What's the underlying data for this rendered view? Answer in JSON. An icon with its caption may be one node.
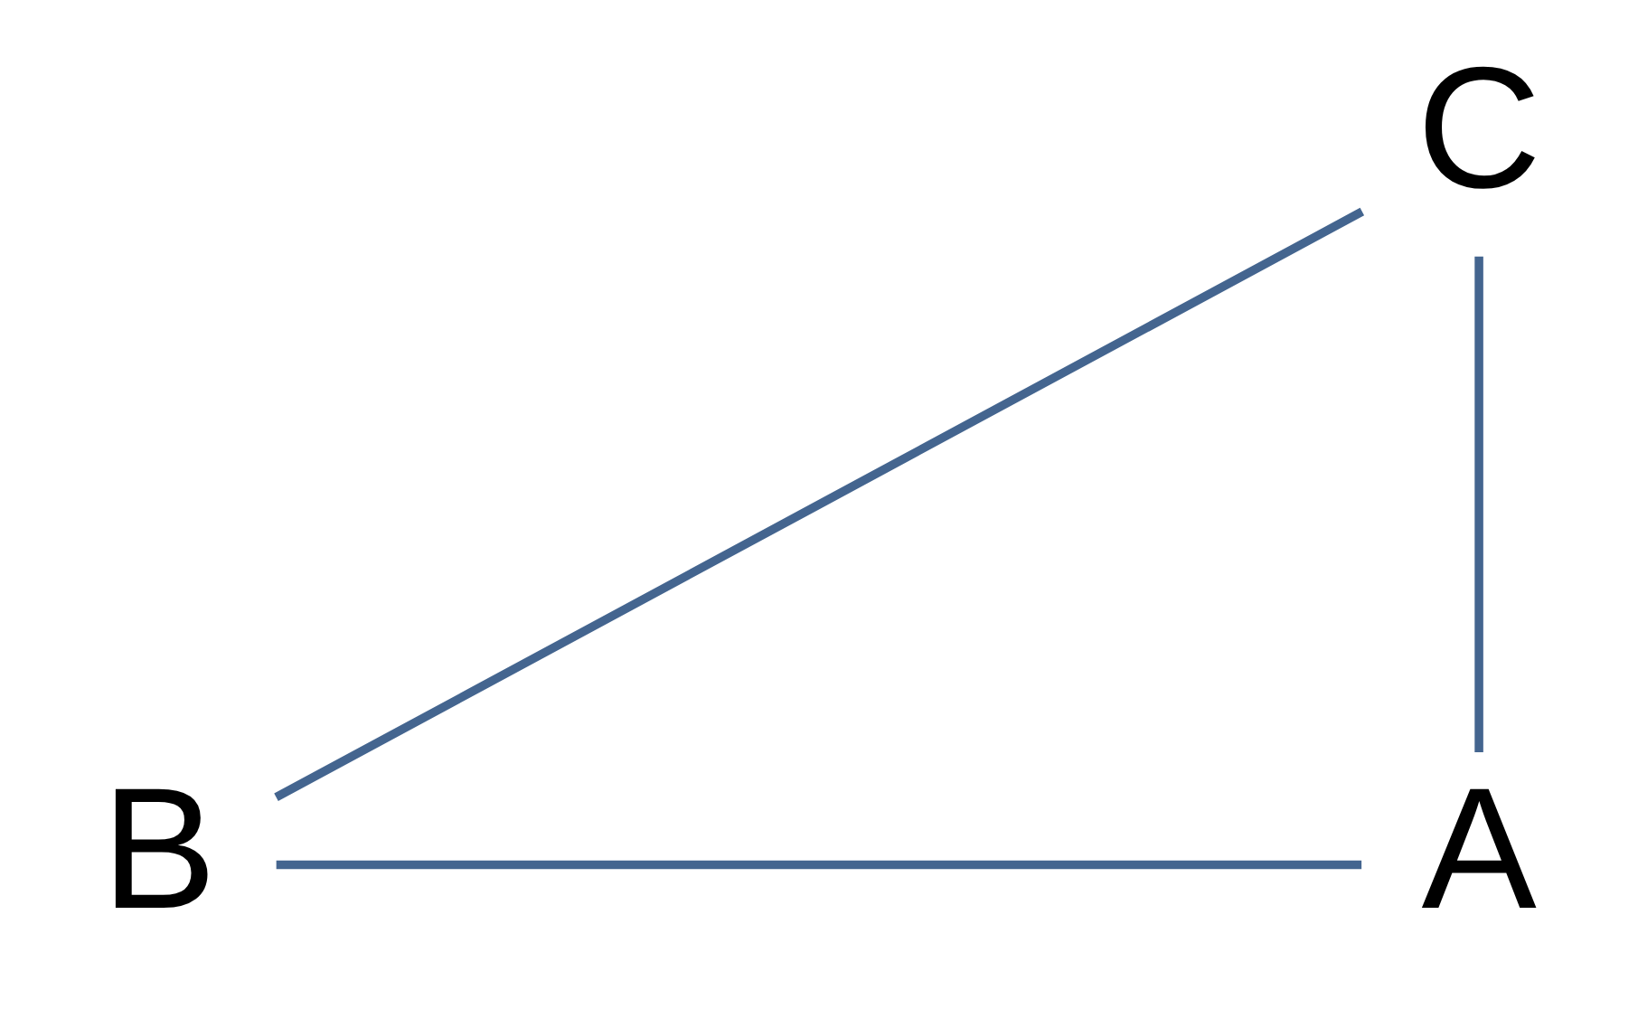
{
  "diagram": {
    "nodes": [
      {
        "text": [
          "C"
        ]
      },
      {
        "text": [
          "B"
        ]
      },
      {
        "text": [
          "A"
        ]
      }
    ],
    "edges": [
      {
        "from": 2,
        "to": 0,
        "arrow": "none"
      },
      {
        "from": 0,
        "to": 1,
        "arrow": "none"
      },
      {
        "from": 2,
        "to": 1,
        "arrow": "none"
      }
    ]
  }
}
